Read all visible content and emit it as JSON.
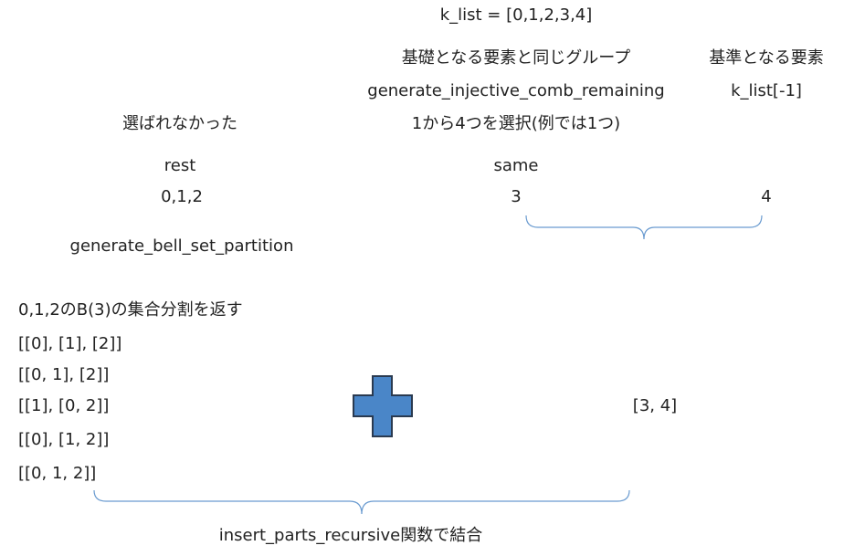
{
  "header": {
    "k_list": "k_list = [0,1,2,3,4]"
  },
  "same_group": {
    "heading": "基礎となる要素と同じグループ",
    "function": "generate_injective_comb_remaining",
    "note": "1から4つを選択(例では1つ)",
    "label": "same",
    "value": "3"
  },
  "reference": {
    "heading": "基準となる要素",
    "expr": "k_list[-1]",
    "value": "4"
  },
  "rest_group": {
    "heading": "選ばれなかった",
    "label": "rest",
    "value": "0,1,2",
    "function": "generate_bell_set_partition"
  },
  "partitions": {
    "description": "0,1,2のB(3)の集合分割を返す",
    "items": [
      "[[0], [1], [2]]",
      "[[0, 1], [2]]",
      "[[1], [0, 2]]",
      "[[0], [1, 2]]",
      "[[0, 1, 2]]"
    ]
  },
  "combined_pair": "[3, 4]",
  "footer": {
    "combine": "insert_parts_recursive関数で結合"
  },
  "colors": {
    "plus_fill": "#4a86c8",
    "plus_stroke": "#2a3a50",
    "brace": "#6a9bd0"
  }
}
